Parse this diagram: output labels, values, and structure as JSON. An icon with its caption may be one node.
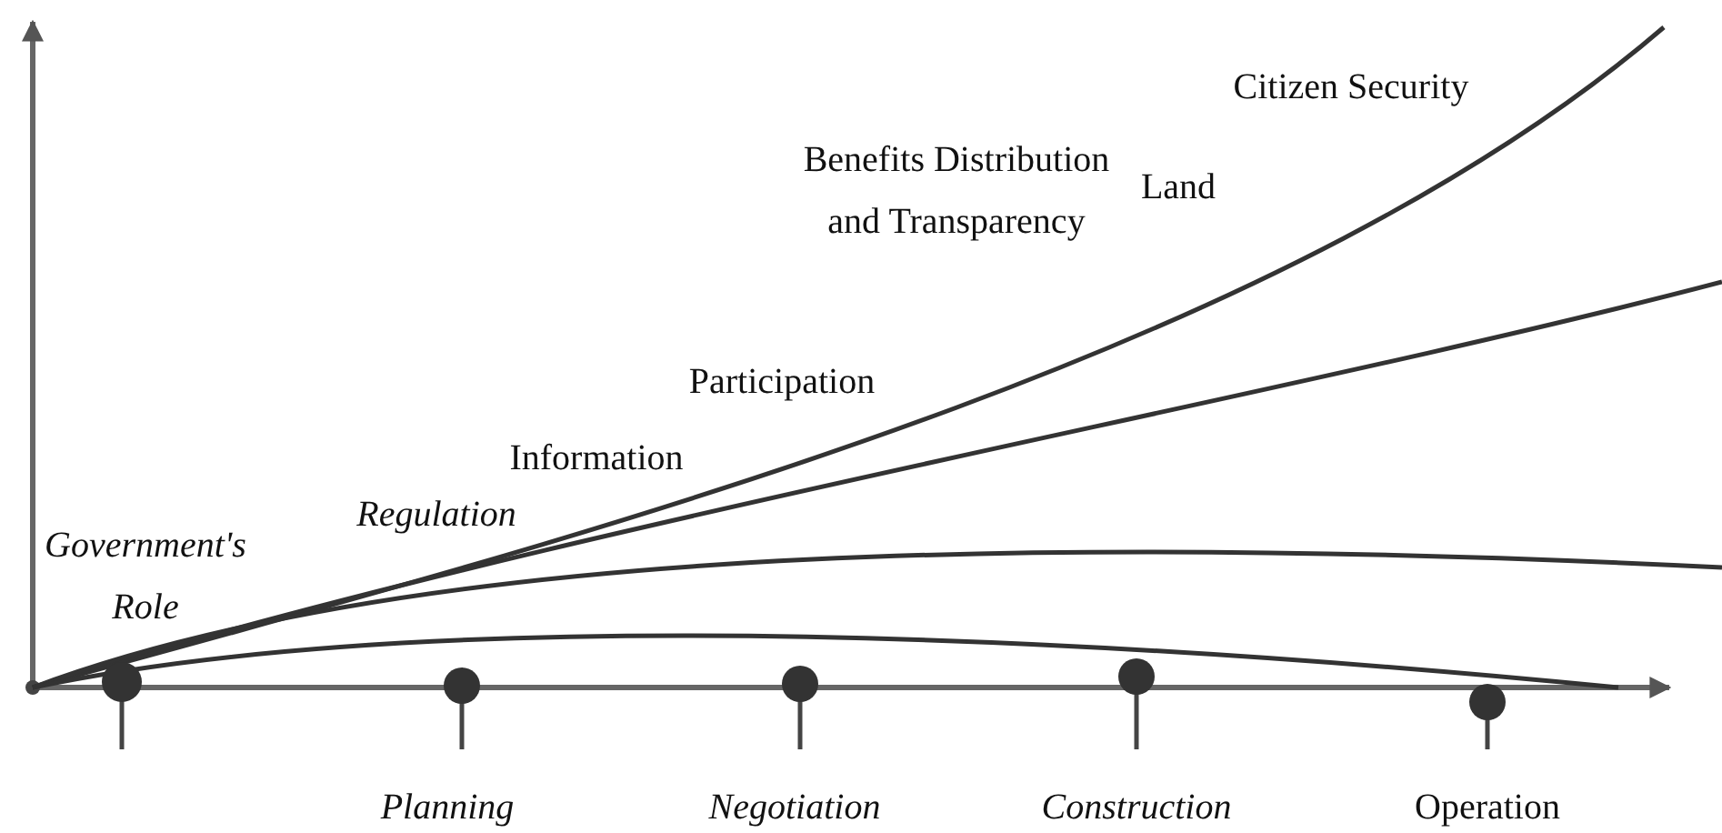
{
  "diagram": {
    "labels": [
      "Citizen Security",
      "Benefits Distribution and Transparency",
      "Land",
      "Participation",
      "Information",
      "Regulation",
      "Government's Role",
      "Planning",
      "Negotiation",
      "Construction",
      "Operation"
    ]
  }
}
